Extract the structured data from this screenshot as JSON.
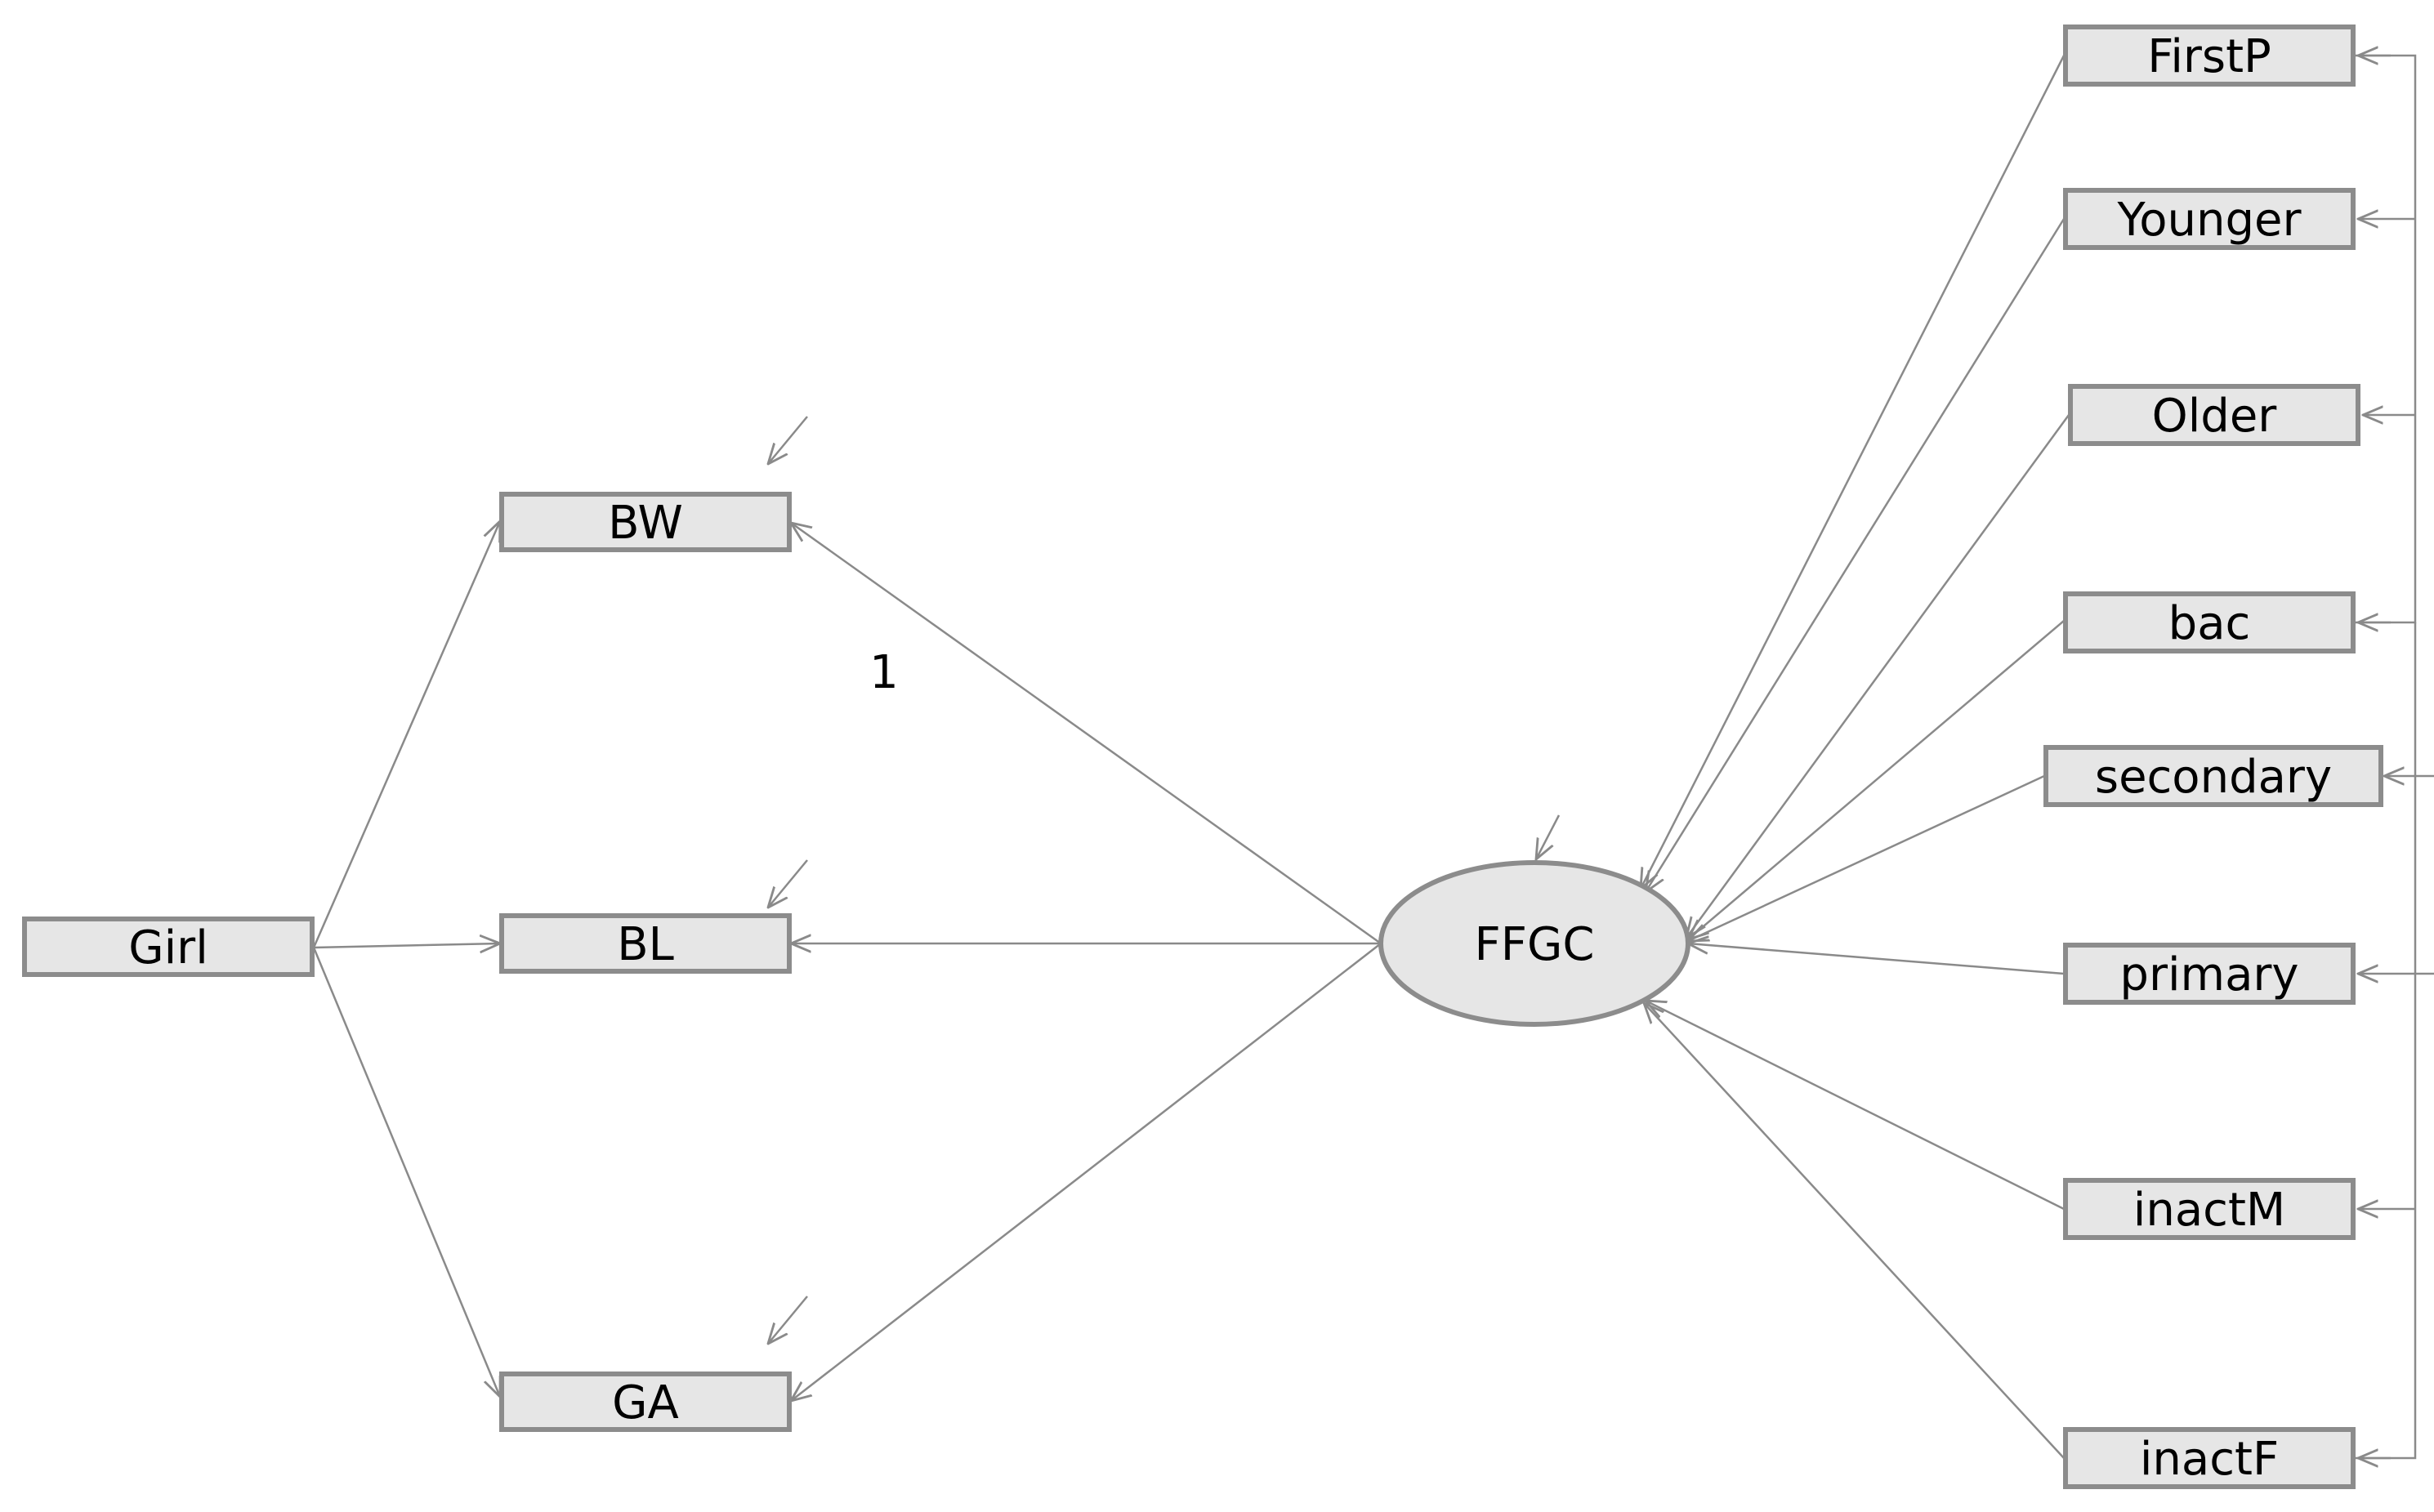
{
  "diagram": {
    "nodes": {
      "girl": "Girl",
      "bw": "BW",
      "bl": "BL",
      "ga": "GA",
      "ffgc": "FFGC",
      "firstp": "FirstP",
      "younger": "Younger",
      "older": "Older",
      "bac": "bac",
      "secondary": "secondary",
      "primary": "primary",
      "inactm": "inactM",
      "inactf": "inactF"
    },
    "path_label": "1"
  }
}
